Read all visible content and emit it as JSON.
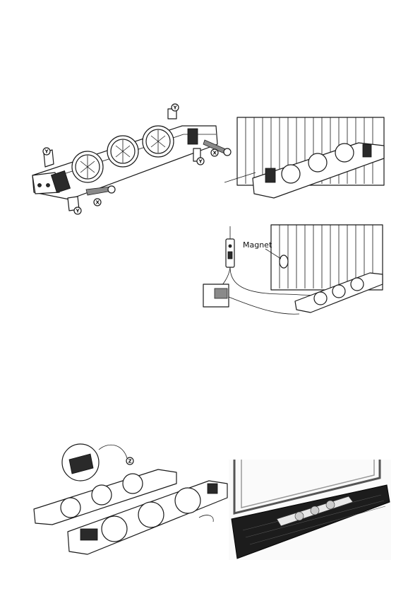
{
  "callouts": {
    "magnet": "Magnet"
  },
  "part_labels": {
    "x": "X",
    "y": "Y",
    "z": "Z"
  }
}
